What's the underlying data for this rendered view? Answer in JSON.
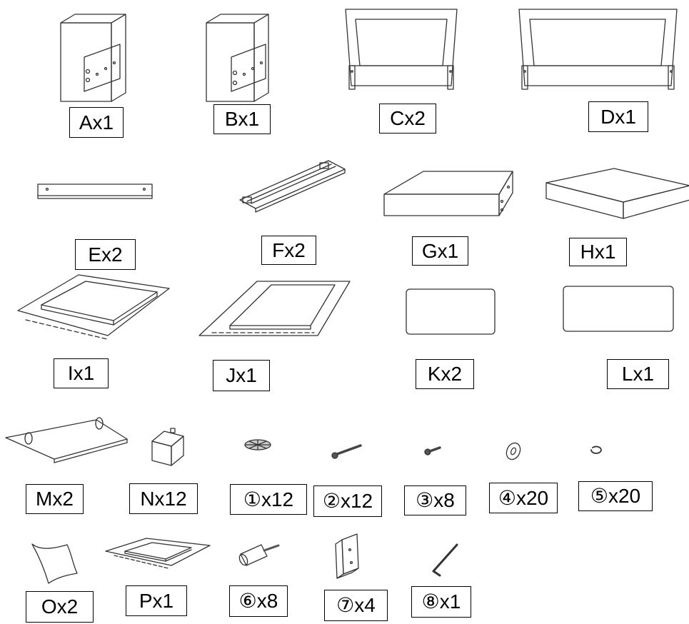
{
  "parts": [
    {
      "id": "A",
      "label": "Ax1",
      "icon": "side-cabinet-icon"
    },
    {
      "id": "B",
      "label": "Bx1",
      "icon": "side-cabinet-icon"
    },
    {
      "id": "C",
      "label": "Cx2",
      "icon": "headboard-icon"
    },
    {
      "id": "D",
      "label": "Dx1",
      "icon": "headboard-icon"
    },
    {
      "id": "E",
      "label": "Ex2",
      "icon": "slat-icon"
    },
    {
      "id": "F",
      "label": "Fx2",
      "icon": "rail-icon"
    },
    {
      "id": "G",
      "label": "Gx1",
      "icon": "drawer-box-icon"
    },
    {
      "id": "H",
      "label": "Hx1",
      "icon": "panel-block-icon"
    },
    {
      "id": "I",
      "label": "Ix1",
      "icon": "padded-panel-icon"
    },
    {
      "id": "J",
      "label": "Jx1",
      "icon": "padded-panel-icon"
    },
    {
      "id": "K",
      "label": "Kx2",
      "icon": "flat-board-icon"
    },
    {
      "id": "L",
      "label": "Lx1",
      "icon": "flat-board-icon"
    },
    {
      "id": "M",
      "label": "Mx2",
      "icon": "hinged-panel-icon"
    },
    {
      "id": "N",
      "label": "Nx12",
      "icon": "foot-block-icon"
    },
    {
      "id": "O",
      "label": "Ox2",
      "icon": "cloth-icon"
    },
    {
      "id": "P",
      "label": "Px1",
      "icon": "padded-panel-icon"
    }
  ],
  "hardware": [
    {
      "id": "1",
      "label": "①x12",
      "icon": "cam-lock-icon"
    },
    {
      "id": "2",
      "label": "②x12",
      "icon": "long-bolt-icon"
    },
    {
      "id": "3",
      "label": "③x8",
      "icon": "short-bolt-icon"
    },
    {
      "id": "4",
      "label": "④x20",
      "icon": "washer-icon"
    },
    {
      "id": "5",
      "label": "⑤x20",
      "icon": "split-ring-icon"
    },
    {
      "id": "6",
      "label": "⑥x8",
      "icon": "dowel-screw-icon"
    },
    {
      "id": "7",
      "label": "⑦x4",
      "icon": "l-bracket-icon"
    },
    {
      "id": "8",
      "label": "⑧x1",
      "icon": "allen-key-icon"
    }
  ]
}
